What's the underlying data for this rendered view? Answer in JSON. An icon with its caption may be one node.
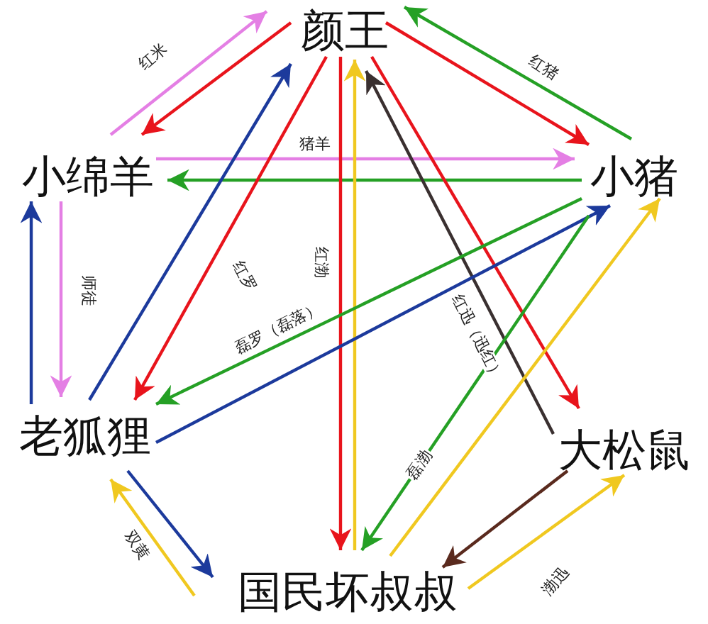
{
  "diagram": {
    "nodes": [
      {
        "text": [
          "颜王"
        ]
      },
      {
        "text": [
          "小绵羊"
        ]
      },
      {
        "text": [
          "小猪"
        ]
      },
      {
        "text": [
          "老狐狸"
        ]
      },
      {
        "text": [
          "大松鼠"
        ]
      },
      {
        "text": [
          "国民坏叔叔"
        ]
      }
    ],
    "edges": [
      {
        "from": 1,
        "to": 0,
        "arrow": "to",
        "label": "红米",
        "color": "#e47fe4"
      },
      {
        "from": 0,
        "to": 1,
        "arrow": "to",
        "color": "#e8141c"
      },
      {
        "from": 2,
        "to": 0,
        "arrow": "to",
        "label": "红猪",
        "color": "#25a025"
      },
      {
        "from": 0,
        "to": 2,
        "arrow": "to",
        "color": "#e8141c"
      },
      {
        "from": 1,
        "to": 2,
        "arrow": "to",
        "label": "猪羊",
        "color": "#e47fe4"
      },
      {
        "from": 2,
        "to": 1,
        "arrow": "to",
        "color": "#25a025"
      },
      {
        "from": 3,
        "to": 1,
        "arrow": "to",
        "color": "#1c3a9c"
      },
      {
        "from": 1,
        "to": 3,
        "arrow": "to",
        "label": "师徒",
        "color": "#e47fe4"
      },
      {
        "from": 3,
        "to": 0,
        "arrow": "to",
        "color": "#1c3a9c"
      },
      {
        "from": 0,
        "to": 3,
        "arrow": "to",
        "label": "红罗",
        "color": "#e8141c"
      },
      {
        "from": 0,
        "to": 5,
        "arrow": "to",
        "label": "红渤",
        "color": "#e8141c"
      },
      {
        "from": 5,
        "to": 0,
        "arrow": "to",
        "color": "#f0c820"
      },
      {
        "from": 4,
        "to": 0,
        "arrow": "to",
        "label": "红迅（迅红）",
        "color": "#3a3030"
      },
      {
        "from": 0,
        "to": 4,
        "arrow": "to",
        "color": "#e8141c"
      },
      {
        "from": 2,
        "to": 3,
        "arrow": "to",
        "label": "磊罗（磊落）",
        "color": "#25a025"
      },
      {
        "from": 3,
        "to": 2,
        "arrow": "to",
        "color": "#1c3a9c"
      },
      {
        "from": 2,
        "to": 5,
        "arrow": "to",
        "label": "磊渤",
        "color": "#25a025"
      },
      {
        "from": 5,
        "to": 2,
        "arrow": "to",
        "color": "#f0c820"
      },
      {
        "from": 4,
        "to": 5,
        "arrow": "to",
        "color": "#5a2a1e"
      },
      {
        "from": 5,
        "to": 4,
        "arrow": "to",
        "label": "渤迅",
        "color": "#f0c820"
      },
      {
        "from": 3,
        "to": 5,
        "arrow": "to",
        "color": "#1c3a9c"
      },
      {
        "from": 5,
        "to": 3,
        "arrow": "to",
        "label": "双黄",
        "color": "#f0c820"
      }
    ]
  }
}
